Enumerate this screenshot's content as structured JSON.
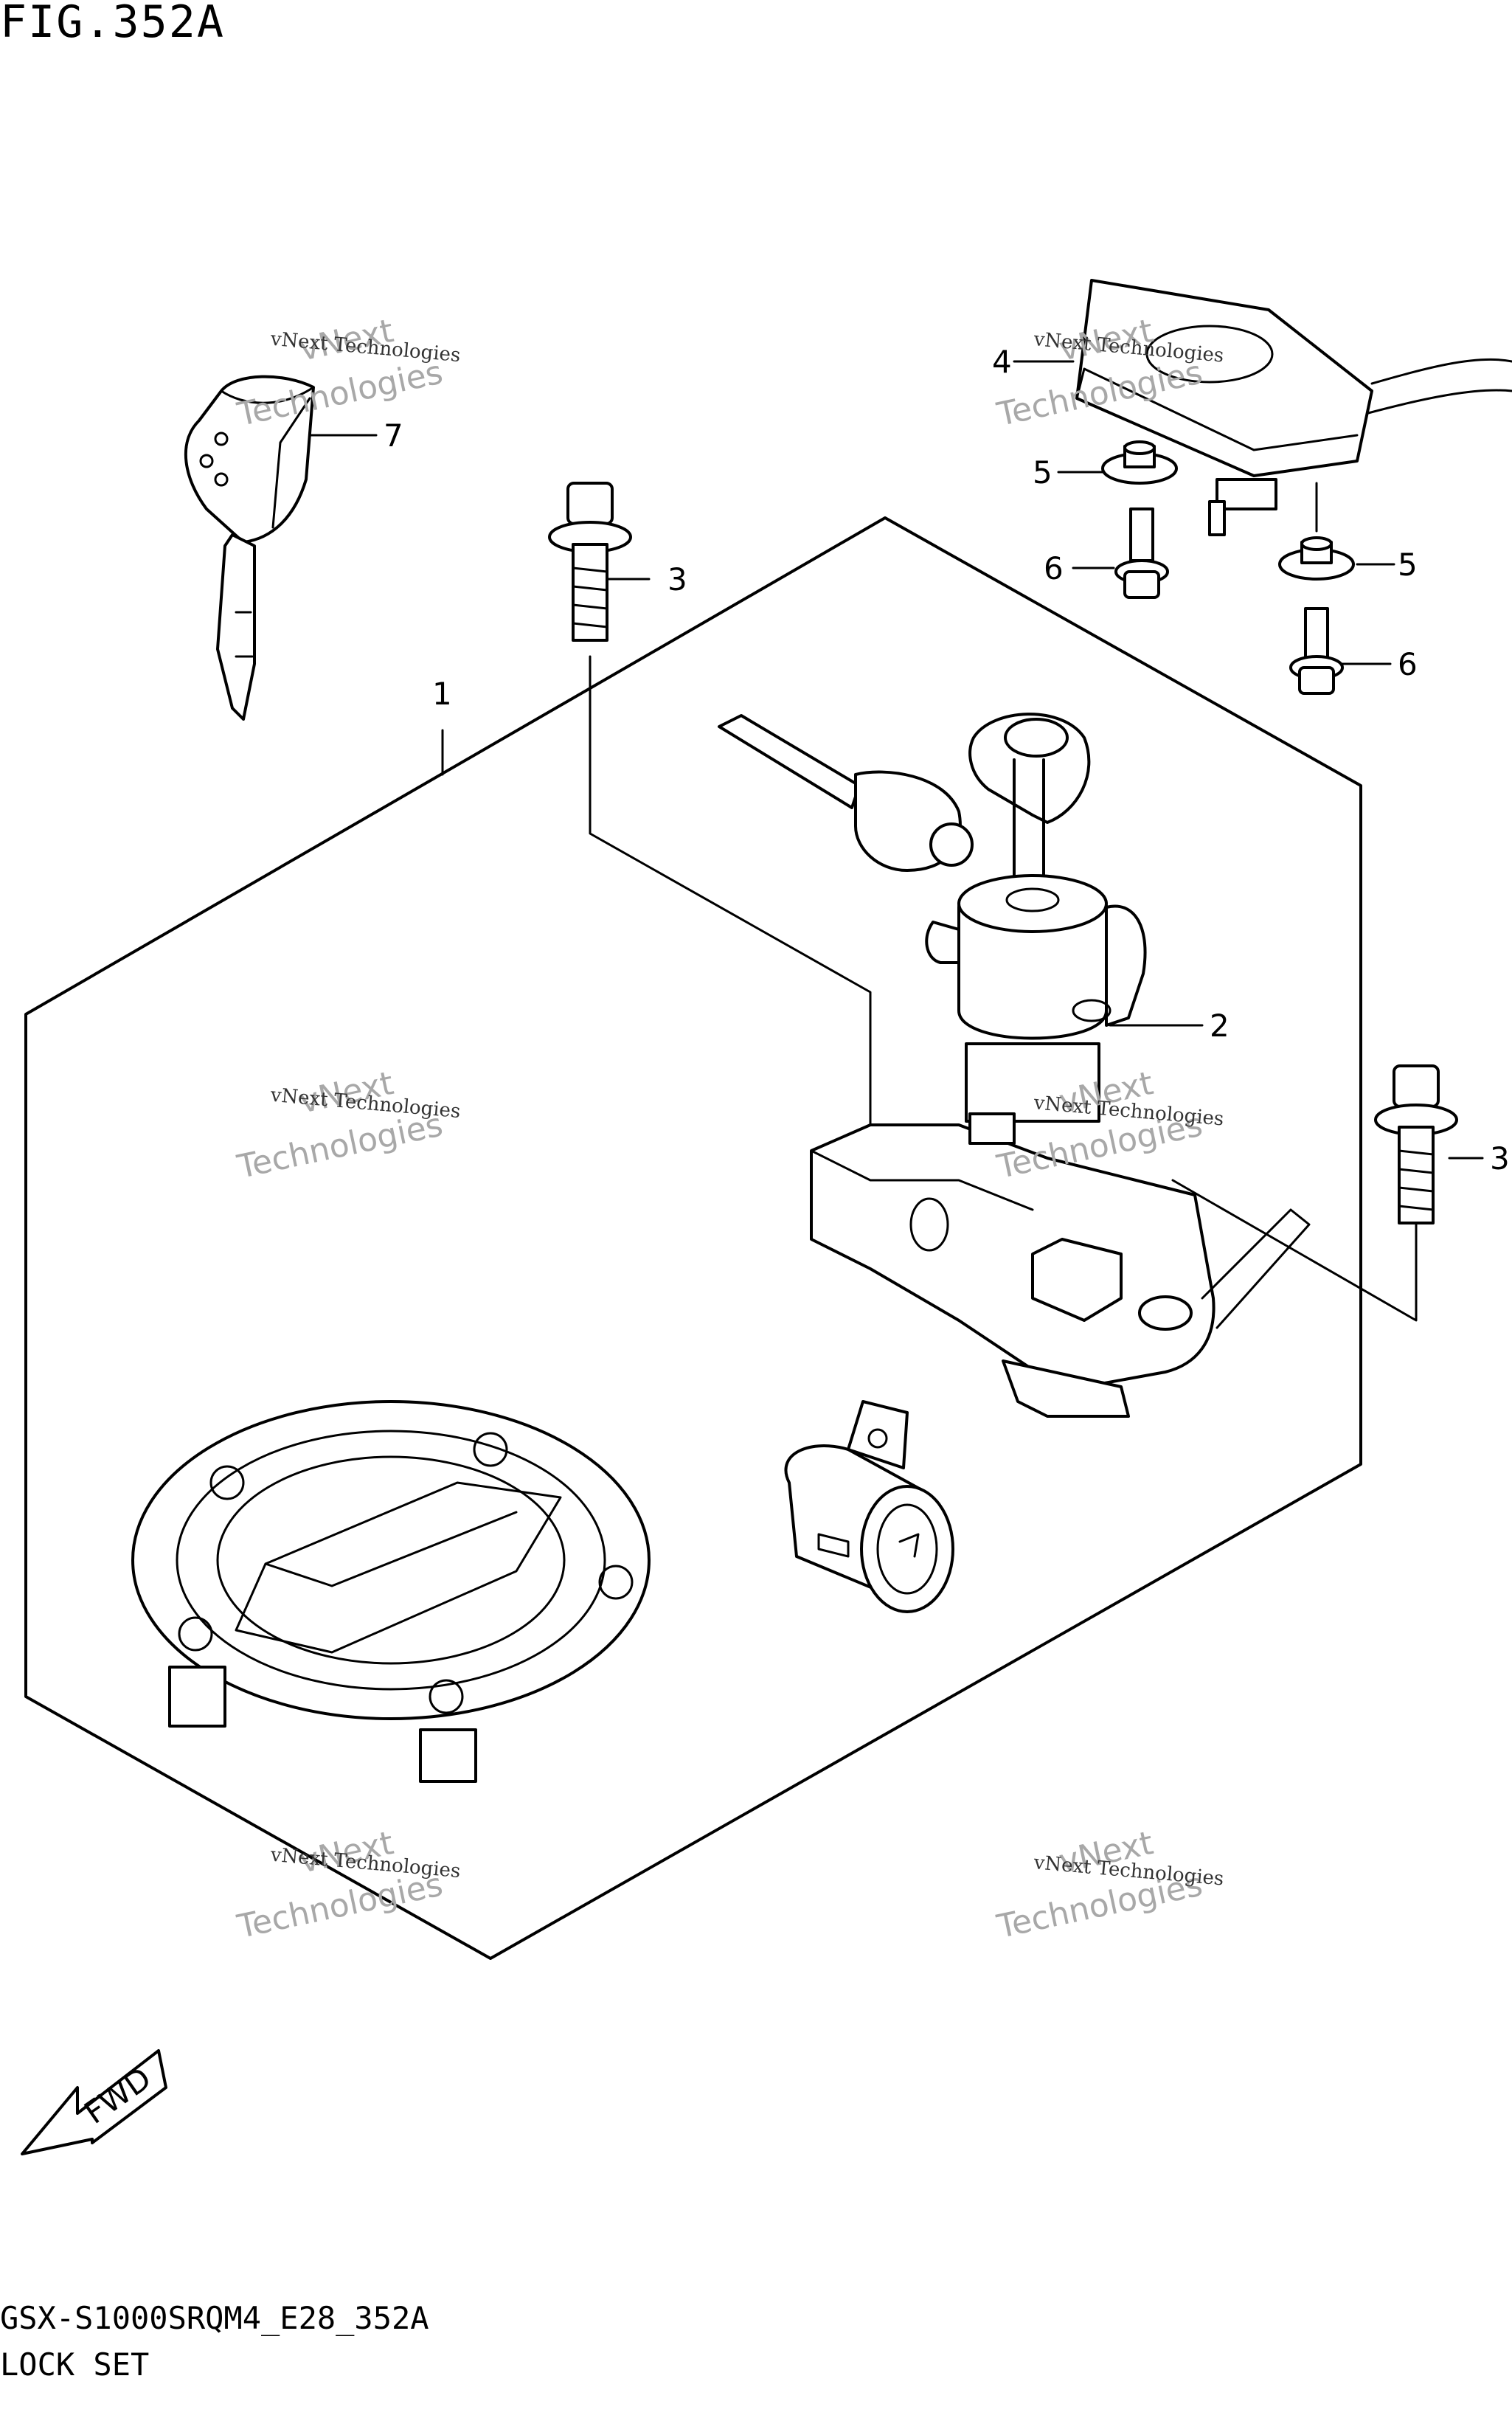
{
  "figure": {
    "title": "FIG.352A",
    "model_code": "GSX-S1000SRQM4_E28_352A",
    "section_name": "LOCK SET",
    "fwd_label": "FWD"
  },
  "callouts": [
    {
      "id": "1",
      "label": "1"
    },
    {
      "id": "2",
      "label": "2"
    },
    {
      "id": "3a",
      "label": "3"
    },
    {
      "id": "3b",
      "label": "3"
    },
    {
      "id": "4",
      "label": "4"
    },
    {
      "id": "5a",
      "label": "5"
    },
    {
      "id": "5b",
      "label": "5"
    },
    {
      "id": "6a",
      "label": "6"
    },
    {
      "id": "6b",
      "label": "6"
    },
    {
      "id": "7",
      "label": "7"
    }
  ],
  "watermark": {
    "line_top": "vNext",
    "line_bottom": "Technologies",
    "small": "vNext Technologies"
  }
}
